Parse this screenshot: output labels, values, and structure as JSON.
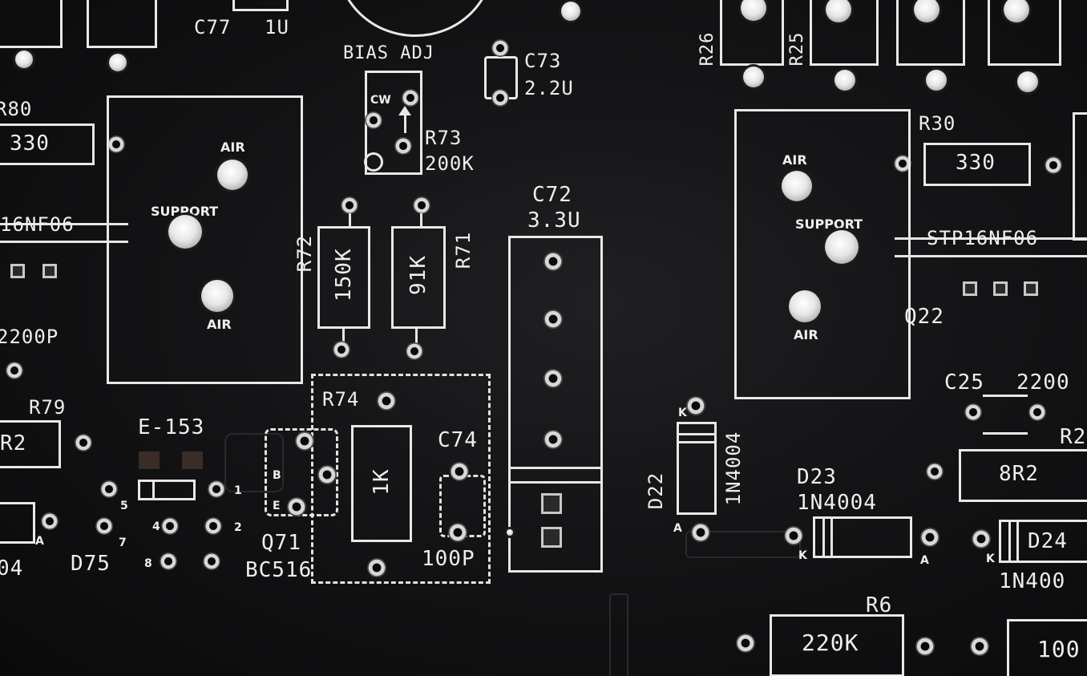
{
  "board": {
    "labels": {
      "c77": "C77",
      "c77_val": "1U",
      "bias_adj": "BIAS ADJ",
      "c73": "C73",
      "c73_val": "2.2U",
      "cw": "CW",
      "r73": "R73",
      "r73_val": "200K",
      "r80": "R80",
      "r80_val": "330",
      "air_left_top": "AIR",
      "support_left": "SUPPORT",
      "air_left_bottom": "AIR",
      "nf06_left": "16NF06",
      "r72": "R72",
      "r72_val": "150K",
      "r71": "R71",
      "r71_val": "91K",
      "c72": "C72",
      "c72_val": "3.3U",
      "c2200p": "2200P",
      "r79": "R79",
      "r79_val": "R2",
      "e153": "E-153",
      "r74": "R74",
      "r74_val": "1K",
      "c74": "C74",
      "c74_val": "100P",
      "q71": "Q71",
      "bc516": "BC516",
      "d75": "D75",
      "d75_val": "04",
      "r26": "R26",
      "r25": "R25",
      "r30": "R30",
      "r30_val": "330",
      "air_right_top": "AIR",
      "support_right": "SUPPORT",
      "air_right_bottom": "AIR",
      "stp16nf06": "STP16NF06",
      "q22": "Q22",
      "c25": "C25",
      "c25_val": "2200",
      "r2_edge": "R2",
      "r8r2": "8R2",
      "d22": "D22",
      "d22_val": "1N4004",
      "d23": "D23",
      "d23_val": "1N4004",
      "d24": "D24",
      "d24_val": "1N400",
      "r6": "R6",
      "r6_val": "220K",
      "r_edge_val": "100",
      "pin1": "1",
      "pin2": "2",
      "pin4": "4",
      "pin5": "5",
      "pin7": "7",
      "pin8": "8",
      "k": "K",
      "a": "A",
      "q71_e": "E",
      "q71_b": "B"
    }
  }
}
